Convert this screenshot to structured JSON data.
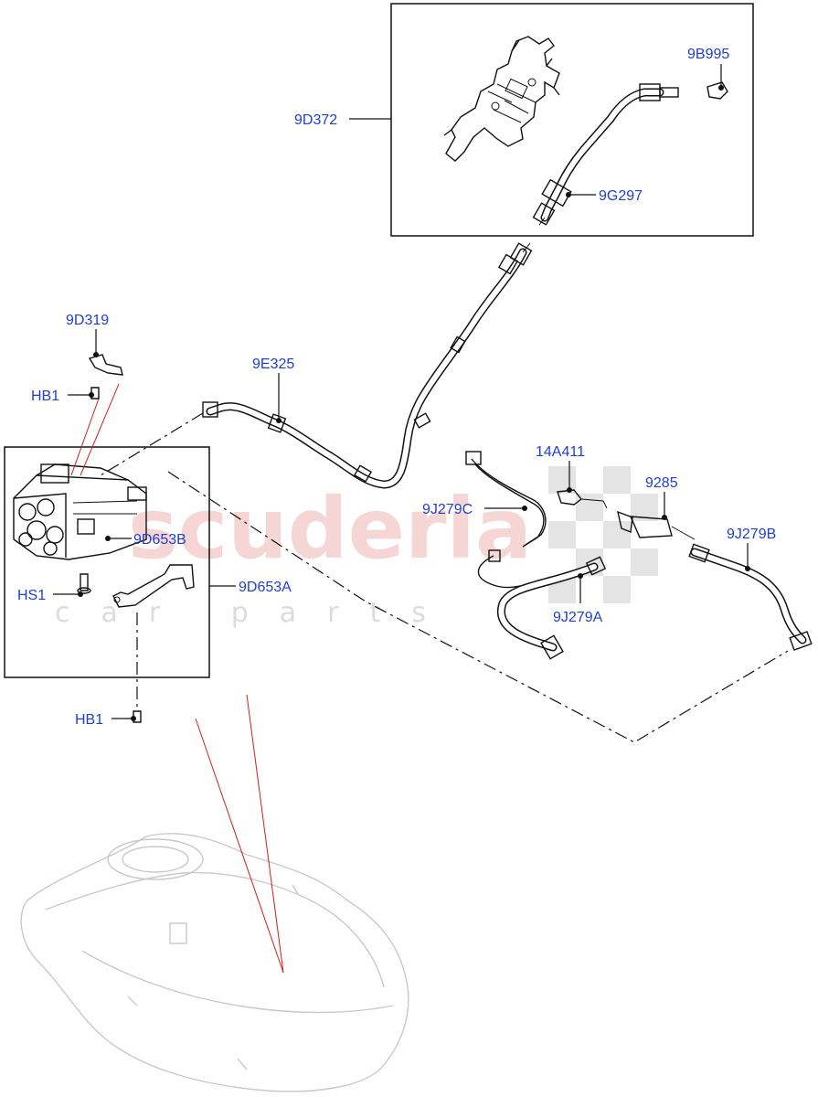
{
  "labels": {
    "9B995": "9B995",
    "9D372": "9D372",
    "9G297": "9G297",
    "9D319": "9D319",
    "HB1_top": "HB1",
    "9E325": "9E325",
    "14A411": "14A411",
    "9285": "9285",
    "9J279C": "9J279C",
    "9J279B": "9J279B",
    "9D653B": "9D653B",
    "HS1": "HS1",
    "9D653A": "9D653A",
    "9J279A": "9J279A",
    "HB1_bottom": "HB1"
  },
  "watermark": {
    "main": "scuderia",
    "sub": "car parts"
  },
  "colors": {
    "callout_text": "#1f3fd1",
    "reference_line": "#d41c1c",
    "watermark": "#f4c7c7",
    "linework": "#111111",
    "fuel_tank": "#c9c9c9"
  }
}
